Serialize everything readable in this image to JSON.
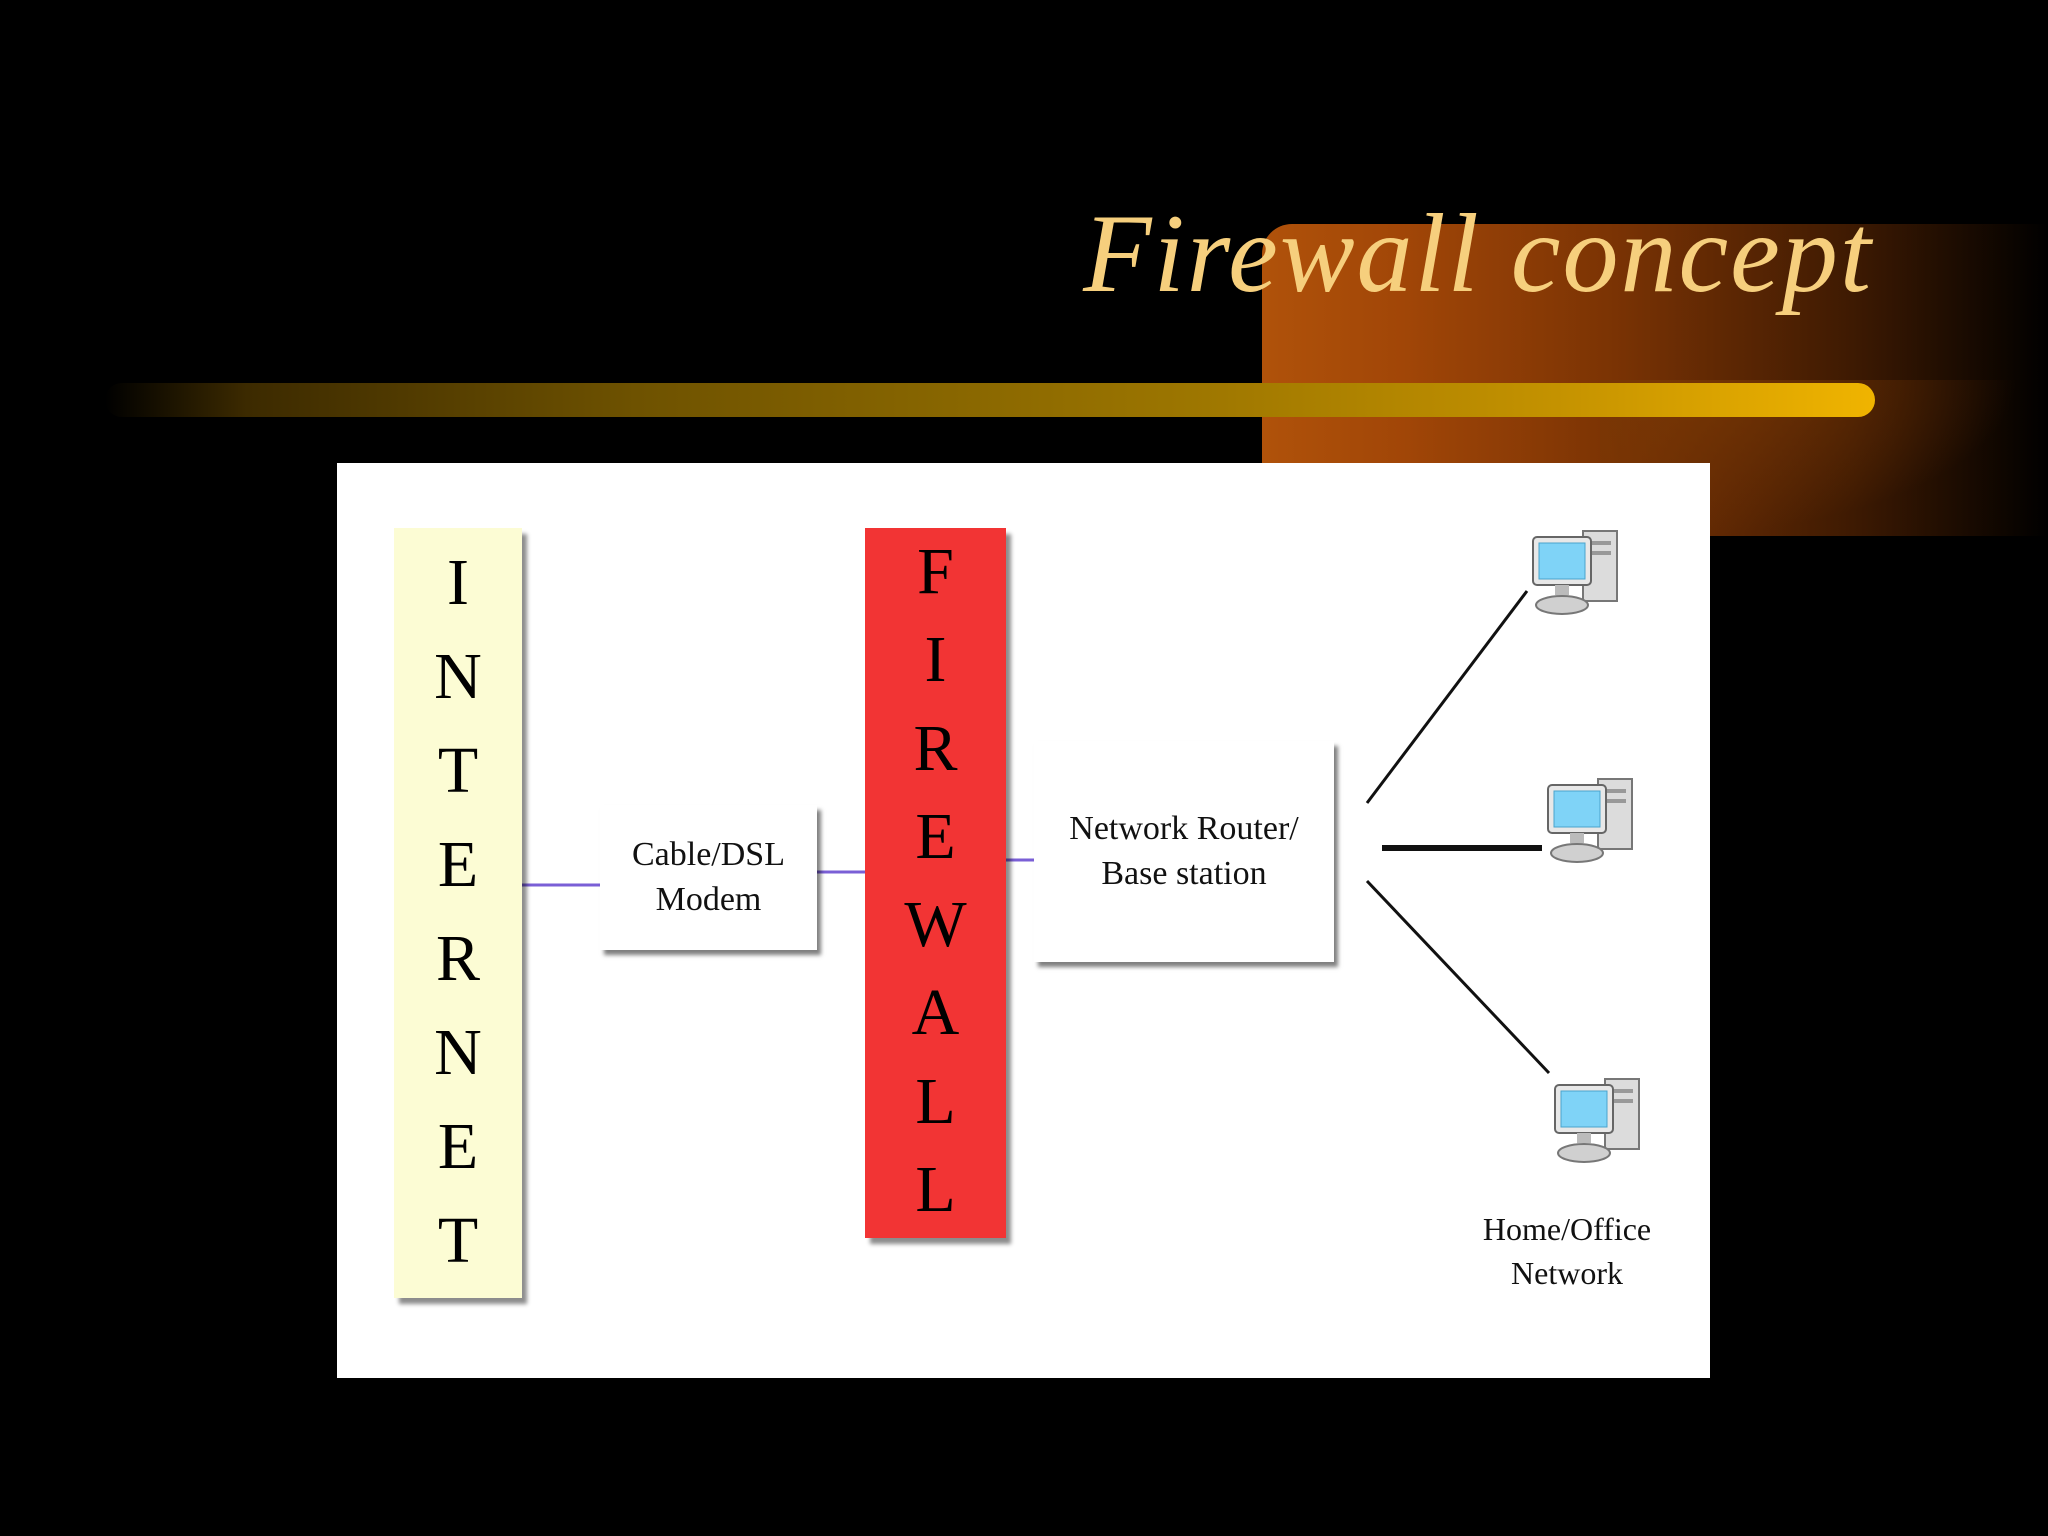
{
  "slide": {
    "title": "Firewall concept"
  },
  "diagram": {
    "internet_label": [
      "I",
      "N",
      "T",
      "E",
      "R",
      "N",
      "E",
      "T"
    ],
    "firewall_label": [
      "F",
      "I",
      "R",
      "E",
      "W",
      "A",
      "L",
      "L"
    ],
    "modem_label": [
      "Cable/DSL",
      "Modem"
    ],
    "router_label": [
      "Network Router/",
      "Base station"
    ],
    "network_label": [
      "Home/Office",
      "Network"
    ],
    "computers": [
      {
        "icon": "desktop-computer-icon"
      },
      {
        "icon": "desktop-computer-icon"
      },
      {
        "icon": "desktop-computer-icon"
      }
    ]
  },
  "colors": {
    "title": "#f6cf7d",
    "internet_bar": "#fcfcd4",
    "firewall_bar": "#f23434",
    "connector": "#7a5fd6"
  }
}
